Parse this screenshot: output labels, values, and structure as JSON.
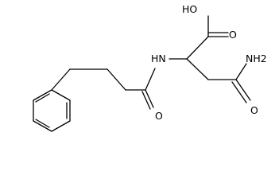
{
  "structure": {
    "atom_labels": {
      "hydroxyl": "HO",
      "carboxyl_oxygen": "O",
      "amine": "HN",
      "amide_amine": "NH2",
      "amide_oxygen": "O",
      "acyl_oxygen": "O"
    }
  }
}
